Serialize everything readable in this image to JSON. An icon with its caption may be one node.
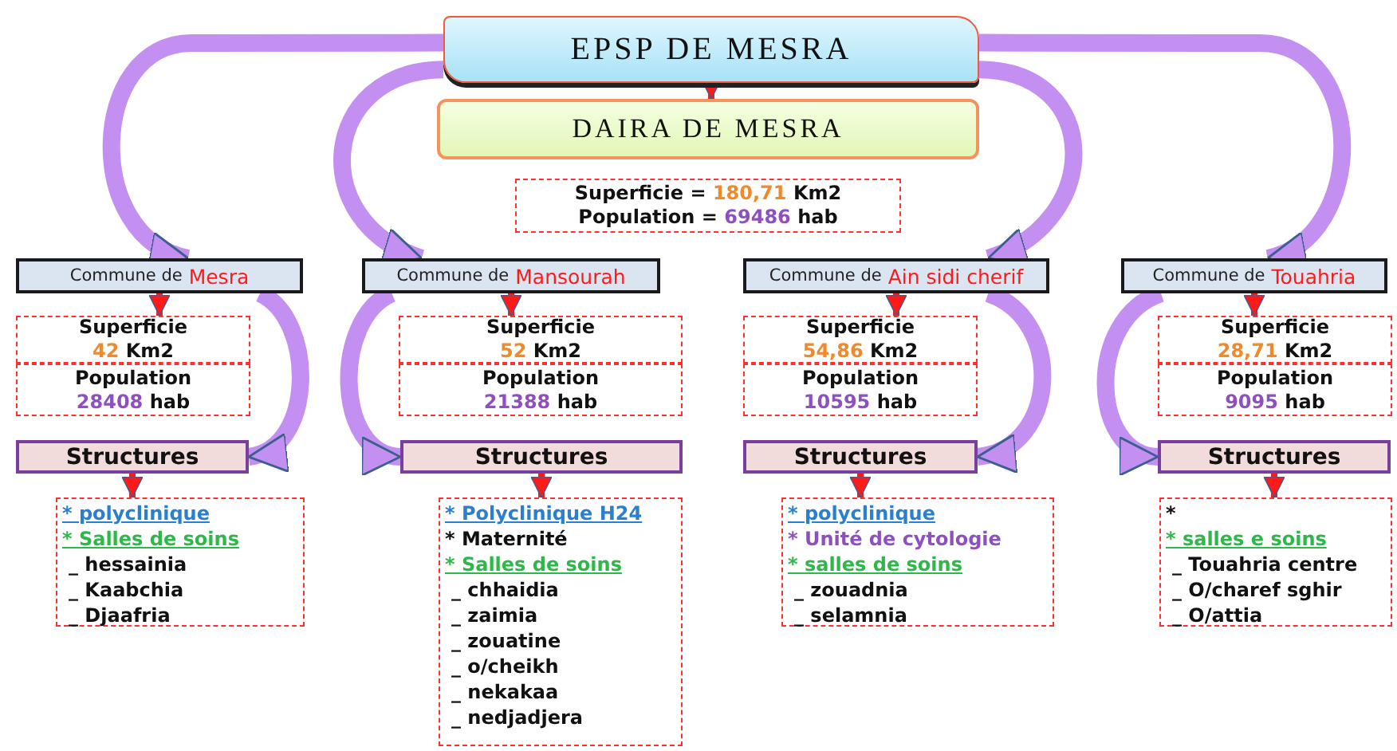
{
  "diagram": {
    "nodes": [
      {
        "text": [
          "EPSP DE MESRA"
        ]
      },
      {
        "text": [
          "DAIRA DE MESRA"
        ]
      },
      {
        "text": [
          "Superficie = 180,71 Km2",
          "Population = 69486 hab"
        ]
      },
      {
        "text": [
          "Commune de",
          "Mesra"
        ]
      },
      {
        "text": [
          "Superficie",
          "42 Km2"
        ]
      },
      {
        "text": [
          "Population",
          "28408 hab"
        ]
      },
      {
        "text": [
          "Structures"
        ]
      },
      {
        "text": [
          "* polyclinique",
          "* Salles de soins",
          "_ hessainia",
          "_ Kaabchia",
          "_ Djaafria"
        ]
      },
      {
        "text": [
          "Commune de",
          "Mansourah"
        ]
      },
      {
        "text": [
          "Superficie",
          "52 Km2"
        ]
      },
      {
        "text": [
          "Population",
          "21388 hab"
        ]
      },
      {
        "text": [
          "Structures"
        ]
      },
      {
        "text": [
          "* Polyclinique H24",
          "* Maternité",
          "* Salles de soins",
          "_ chhaidia",
          "_ zaimia",
          "_ zouatine",
          "_ o/cheikh",
          "_ nekakaa",
          "_ nedjadjera"
        ]
      },
      {
        "text": [
          "Commune de",
          "Ain sidi cherif"
        ]
      },
      {
        "text": [
          "Superficie",
          "54,86 Km2"
        ]
      },
      {
        "text": [
          "Population",
          "10595 hab"
        ]
      },
      {
        "text": [
          "Structures"
        ]
      },
      {
        "text": [
          "* polyclinique",
          "* Unité de cytologie",
          "* salles de soins",
          "_ zouadnia",
          "_ selamnia"
        ]
      },
      {
        "text": [
          "Commune de",
          "Touahria"
        ]
      },
      {
        "text": [
          "Superficie",
          "28,71 Km2"
        ]
      },
      {
        "text": [
          "Population",
          "9095 hab"
        ]
      },
      {
        "text": [
          "Structures"
        ]
      },
      {
        "text": [
          "*",
          "* salles e soins",
          "_ Touahria centre",
          "_ O/charef sghir",
          "_ O/attia"
        ]
      }
    ],
    "edges": [
      {
        "from": 0,
        "to": 1,
        "arrow": "to"
      },
      {
        "from": 0,
        "to": 3,
        "arrow": "to",
        "style": "thick",
        "color": "#c390f2"
      },
      {
        "from": 0,
        "to": 8,
        "arrow": "to",
        "style": "thick",
        "color": "#c390f2"
      },
      {
        "from": 0,
        "to": 13,
        "arrow": "to",
        "style": "thick",
        "color": "#c390f2"
      },
      {
        "from": 0,
        "to": 18,
        "arrow": "to",
        "style": "thick",
        "color": "#c390f2"
      },
      {
        "from": 3,
        "to": 4,
        "arrow": "to"
      },
      {
        "from": 3,
        "to": 6,
        "arrow": "to",
        "style": "thick",
        "color": "#c390f2"
      },
      {
        "from": 6,
        "to": 7,
        "arrow": "to"
      },
      {
        "from": 8,
        "to": 9,
        "arrow": "to"
      },
      {
        "from": 8,
        "to": 11,
        "arrow": "to",
        "style": "thick",
        "color": "#c390f2"
      },
      {
        "from": 11,
        "to": 12,
        "arrow": "to"
      },
      {
        "from": 13,
        "to": 14,
        "arrow": "to"
      },
      {
        "from": 13,
        "to": 16,
        "arrow": "to",
        "style": "thick",
        "color": "#c390f2"
      },
      {
        "from": 16,
        "to": 17,
        "arrow": "to"
      },
      {
        "from": 18,
        "to": 19,
        "arrow": "to"
      },
      {
        "from": 18,
        "to": 21,
        "arrow": "to",
        "style": "thick",
        "color": "#c390f2"
      },
      {
        "from": 21,
        "to": 22,
        "arrow": "to"
      }
    ]
  }
}
